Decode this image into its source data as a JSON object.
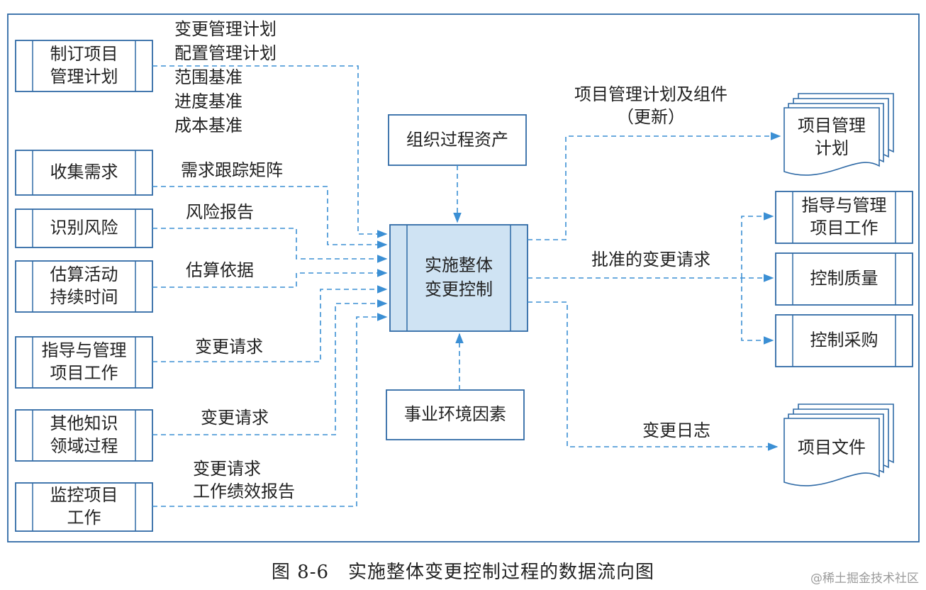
{
  "colors": {
    "line": "#3b8fd4",
    "box_border": "#2f6aa6",
    "center_fill": "#cfe3f3",
    "text": "#222222"
  },
  "inputs": [
    {
      "id": "develop-plan",
      "lines": [
        "制订项目",
        "管理计划"
      ],
      "label": [
        "变更管理计划",
        "配置管理计划",
        "范围基准",
        "进度基准",
        "成本基准"
      ]
    },
    {
      "id": "collect-req",
      "lines": [
        "收集需求"
      ],
      "label": [
        "需求跟踪矩阵"
      ]
    },
    {
      "id": "identify-risks",
      "lines": [
        "识别风险"
      ],
      "label": [
        "风险报告"
      ]
    },
    {
      "id": "estimate-duration",
      "lines": [
        "估算活动",
        "持续时间"
      ],
      "label": [
        "估算依据"
      ]
    },
    {
      "id": "direct-manage",
      "lines": [
        "指导与管理",
        "项目工作"
      ],
      "label": [
        "变更请求"
      ]
    },
    {
      "id": "other-areas",
      "lines": [
        "其他知识",
        "领域过程"
      ],
      "label": [
        "变更请求"
      ]
    },
    {
      "id": "monitor-control",
      "lines": [
        "监控项目",
        "工作"
      ],
      "label": [
        "变更请求",
        "工作绩效报告"
      ]
    }
  ],
  "center": {
    "lines": [
      "实施整体",
      "变更控制"
    ]
  },
  "org_assets": {
    "label": "组织过程资产"
  },
  "env_factors": {
    "label": "事业环境因素"
  },
  "outputs": {
    "plan_label": [
      "项目管理计划及组件",
      "（更新）"
    ],
    "plan_doc": [
      "项目管理",
      "计划"
    ],
    "approved_label": "批准的变更请求",
    "approved_targets": [
      {
        "id": "direct-manage-out",
        "lines": [
          "指导与管理",
          "项目工作"
        ]
      },
      {
        "id": "control-quality",
        "lines": [
          "控制质量"
        ]
      },
      {
        "id": "control-procurement",
        "lines": [
          "控制采购"
        ]
      }
    ],
    "log_label": "变更日志",
    "docs": [
      "项目文件"
    ]
  },
  "caption": "图 8-6　实施整体变更控制过程的数据流向图",
  "watermark": "@稀土掘金技术社区"
}
